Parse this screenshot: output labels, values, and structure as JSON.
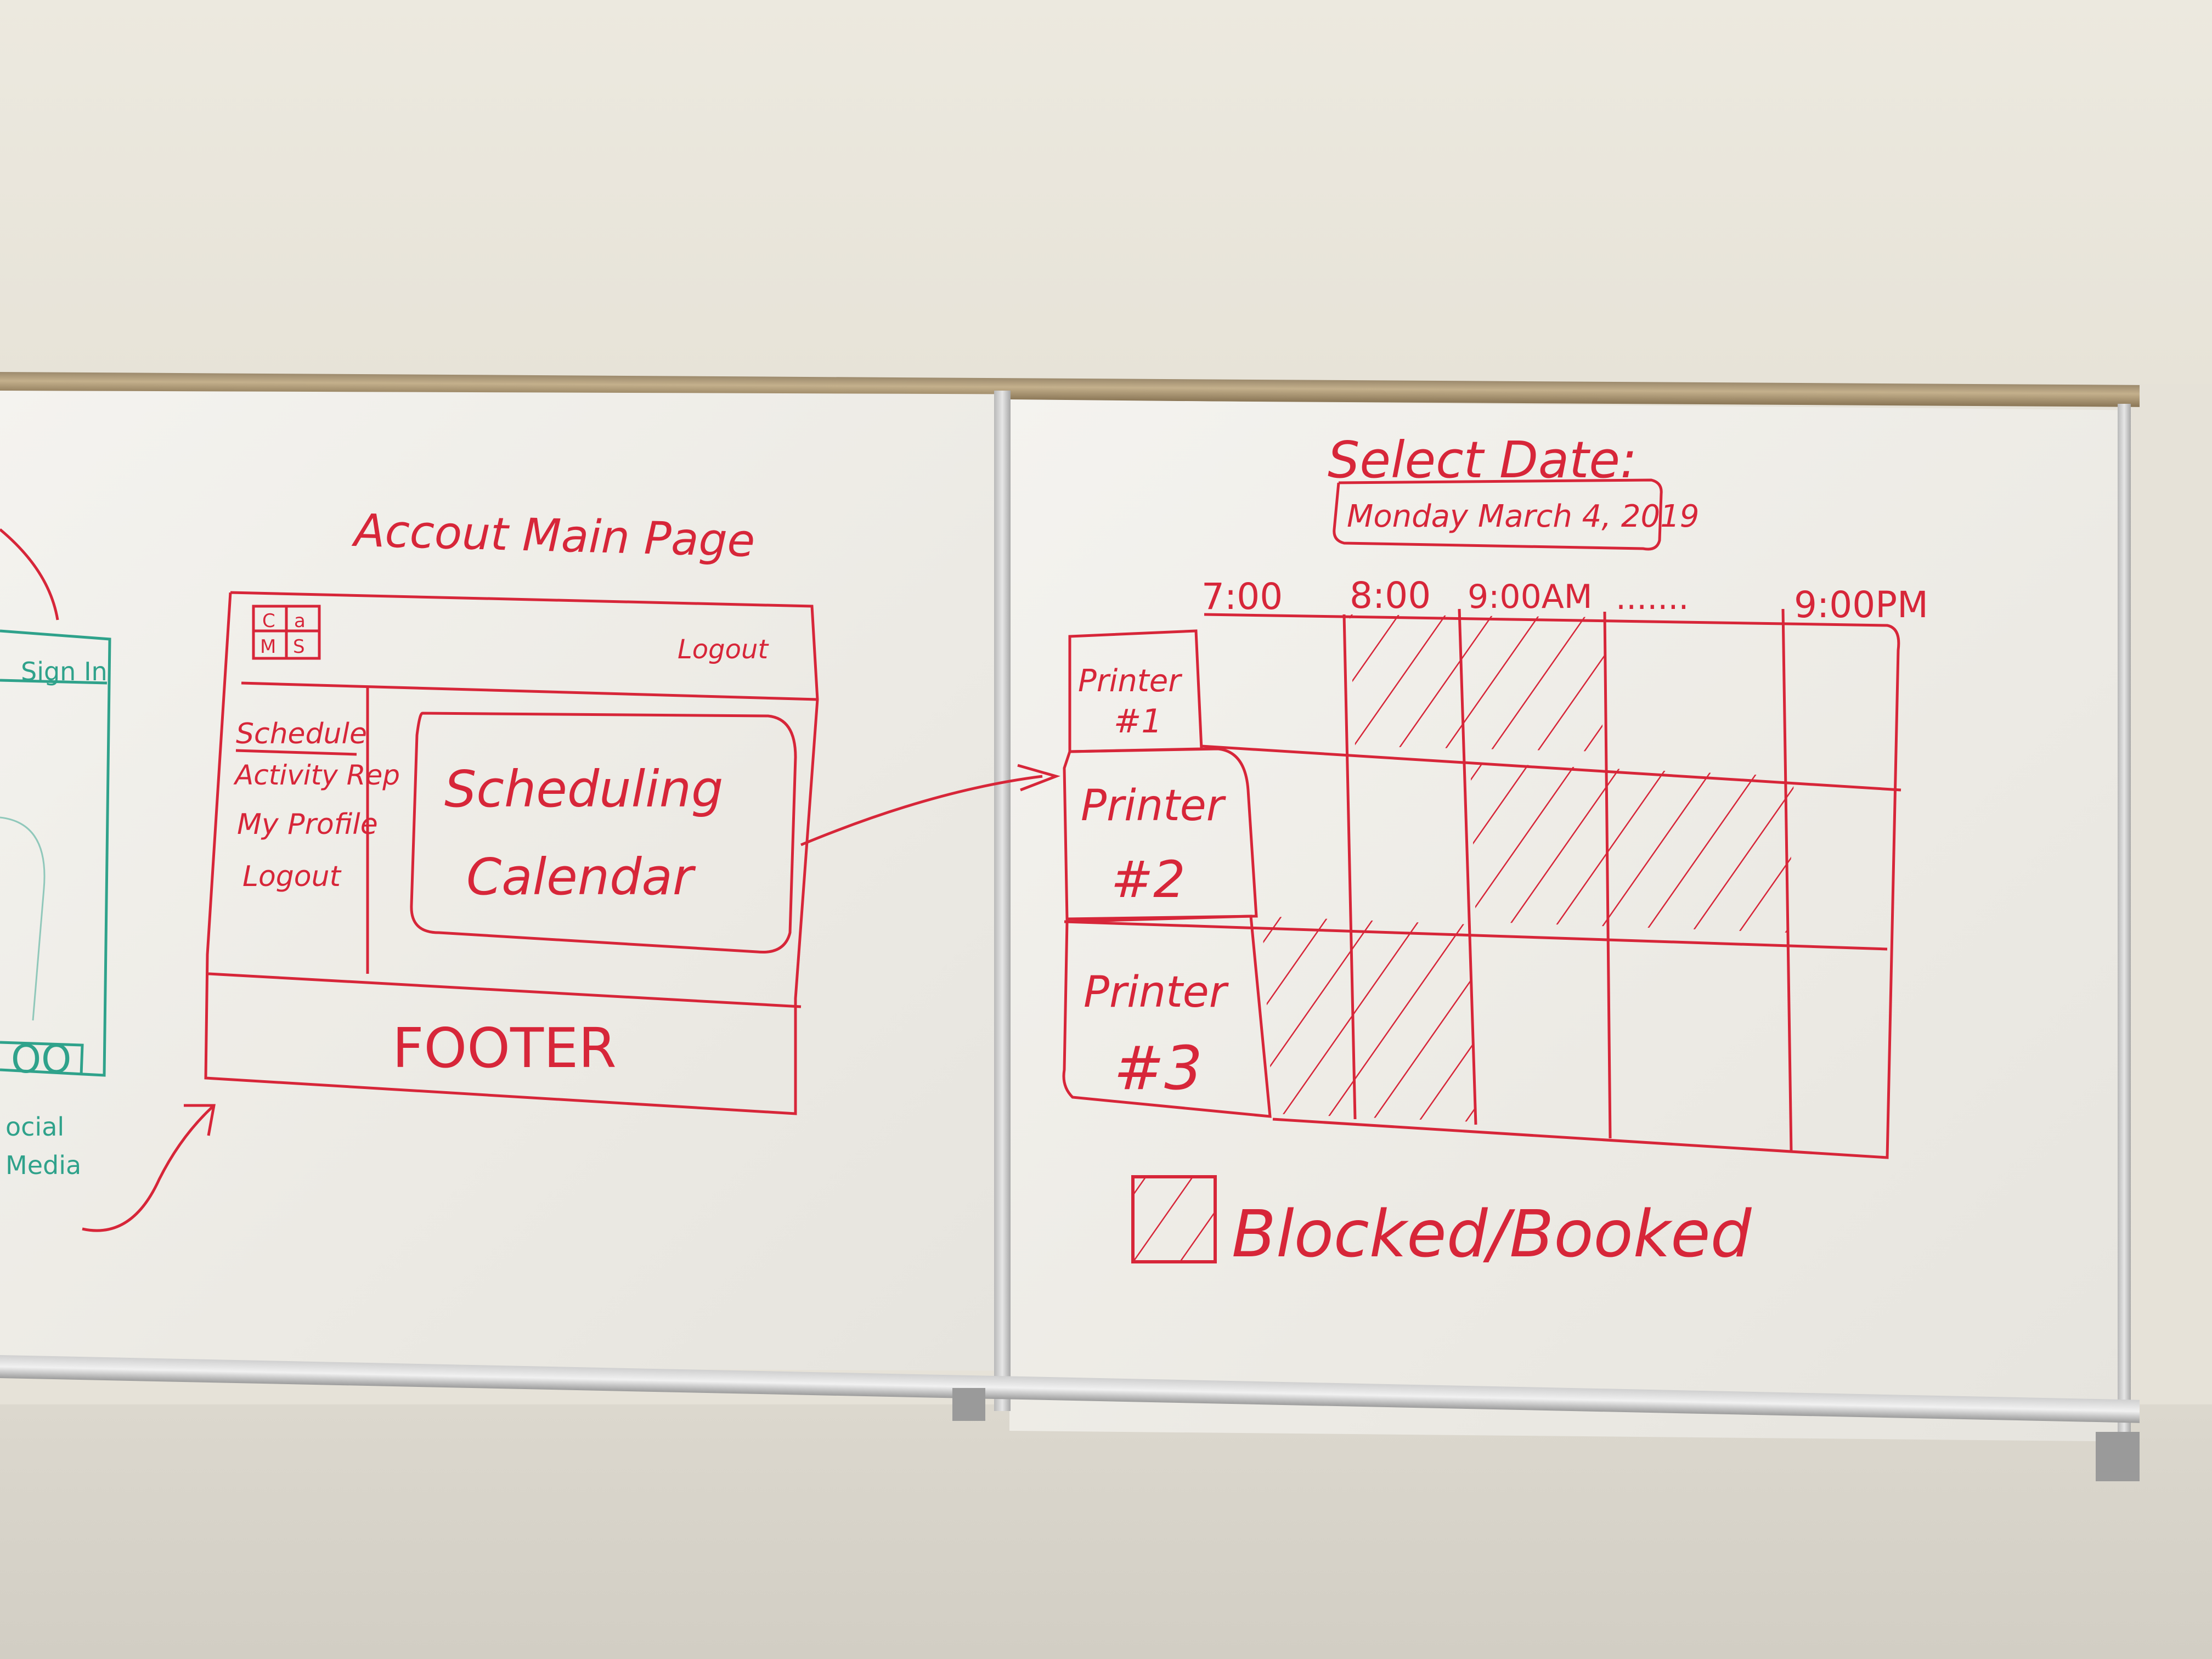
{
  "ink_colors": {
    "marker_red": "#d72639",
    "marker_teal": "#2fa28b"
  },
  "left_fragment": {
    "sign_in": "Sign In",
    "oo": "OO",
    "social_line1": "ocial",
    "social_line2": "Media"
  },
  "account_sketch": {
    "title": "Accout Main Page",
    "logo_letters": [
      "C",
      "a",
      "M",
      "S"
    ],
    "logout_top": "Logout",
    "sidebar": [
      "Schedule",
      "Activity Rep",
      "My Profile",
      "Logout"
    ],
    "main_line1": "Scheduling",
    "main_line2": "Calendar",
    "footer": "FOOTER"
  },
  "calendar_sketch": {
    "select_date_label": "Select Date:",
    "date_value": "Monday March 4, 2019",
    "time_headers": [
      "7:00",
      "8:00",
      "9:00AM",
      ".......",
      "9:00PM"
    ],
    "printers": [
      {
        "line1": "Printer",
        "line2": "#1"
      },
      {
        "line1": "Printer",
        "line2": "#2"
      },
      {
        "line1": "Printer",
        "line2": "#3"
      }
    ],
    "legend_label": "Blocked/Booked"
  }
}
